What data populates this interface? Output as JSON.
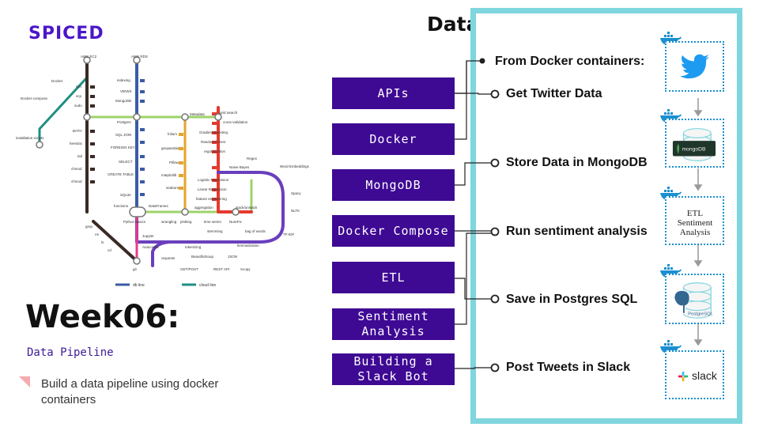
{
  "brand": "SPICED",
  "week": {
    "title": "Week06:",
    "subtitle": "Data Pipeline",
    "bullet": "Build a data pipeline using docker containers"
  },
  "pipeline": {
    "title": "Data Pipeline",
    "topics": [
      "APIs",
      "Docker",
      "MongoDB",
      "Docker Compose",
      "ETL",
      "Sentiment Analysis",
      "Building a Slack Bot"
    ],
    "steps": [
      "From Docker containers:",
      "Get Twitter Data",
      "Store Data in MongoDB",
      "Run sentiment analysis",
      "Save in Postgres SQL",
      "Post Tweets in Slack"
    ],
    "services": {
      "mongo_label": "mongoDB",
      "etl_label": "ETL Sentiment Analysis",
      "postgres_label": "PostgreSQL",
      "slack_label": "slack"
    }
  },
  "metro": {
    "stations": {
      "aws_ec2": "AWS EC2",
      "aws_rds": "AWS RDS",
      "docker": "Docker",
      "docker_compose": "Docker-compose",
      "installation_scripts": "installation scripts",
      "ssh": "ssh",
      "scp": "scp",
      "sudo": "sudo",
      "bash": "BATH",
      "heredoc": "heredoc",
      "tail": "tail",
      "chmod": "chmod",
      "chmod_x": "chmod",
      "env": "env",
      "indexing": "indexing",
      "views": "VIEWS",
      "mongodb": "MongoDB",
      "postgres": "Postgres",
      "sql_join": "SQL JOIN",
      "foreign_key": "FOREIGN KEY",
      "select": "SELECT",
      "create_table": "CREATE TABLE",
      "sqlite": "SQLite",
      "functions": "functions",
      "dataframes": "DataFrames",
      "python_basics": "Python basics",
      "wrangling": "wrangling",
      "plotting": "plotting",
      "time_series": "time series",
      "nurefix": "NureFix",
      "bag_of_words": "bag of words",
      "folium": "folium",
      "geopandas": "geopandas",
      "pillow": "Pillow",
      "matplotlib": "matplotlib",
      "seaborn": "seaborn",
      "metadata": "Metadata",
      "grid_search": "grid search",
      "cross_validation": "cross-validation",
      "gradient_boosting": "Gradient Boosting",
      "random_forest": "Random Forest",
      "regularization": "regularization",
      "naive_bayes": "Naive Bayes",
      "logistic_regression": "Logistic Regression",
      "linear_regression": "Linear Regression",
      "feature_engineering": "feature engineering",
      "aggregation": "aggregation",
      "stacking": "stack/unstack",
      "regex": "Regex",
      "word_embeddings": "Word Embeddings",
      "spacy": "Spacy",
      "nltk": "NLTK",
      "tf_idf": "TF-IDF",
      "jupyter": "Jupyter",
      "anaconda": "Anaconda",
      "git": "git",
      "requests": "requests",
      "tokenizing": "tokenizing",
      "stemming": "stemming",
      "lemmatization": "lemmatization",
      "beautifulsoup": "BeautifulSoup",
      "json": "JSON",
      "get_post": "GET/POST",
      "rest_api": "REST API",
      "xcopy": "Xcopy",
      "grep": "grep",
      "rm": "rm",
      "ls": "ls",
      "cd": "cd"
    },
    "legend": {
      "db_line": "db line",
      "cloud_line": "cloud line"
    }
  },
  "colors": {
    "brand": "#4b16c9",
    "topic_box": "#3e0993",
    "frame": "#7fd6de",
    "service_border": "#1b8fd0",
    "line_cloud": "#1f8f83",
    "line_db": "#3b5ba5",
    "line_bash": "#3a2a25",
    "line_viz": "#e2a52d",
    "line_ml": "#e53a2f",
    "line_nlp": "#6a3fbd",
    "line_git": "#e63c8a",
    "line_python": "#9ed36a"
  }
}
